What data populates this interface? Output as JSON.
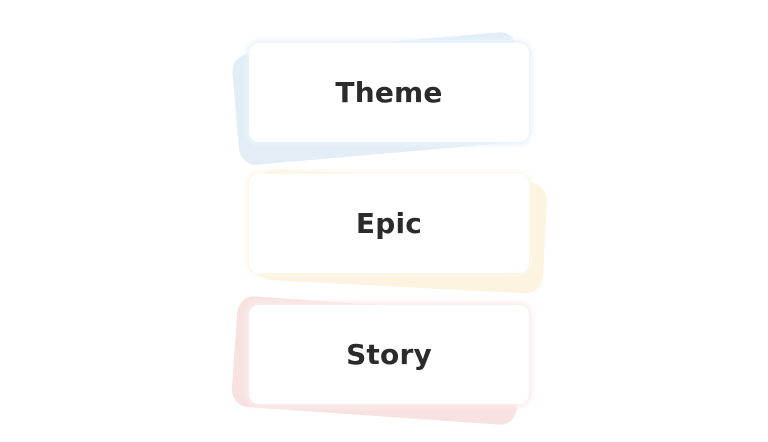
{
  "cards": [
    {
      "label": "Theme",
      "back_color": "#e2edf5",
      "glow_color": "#e9f3fb"
    },
    {
      "label": "Epic",
      "back_color": "#fcf4e1",
      "glow_color": "#fdf7ea"
    },
    {
      "label": "Story",
      "back_color": "#f7e2e1",
      "glow_color": "#fbeceb"
    }
  ]
}
